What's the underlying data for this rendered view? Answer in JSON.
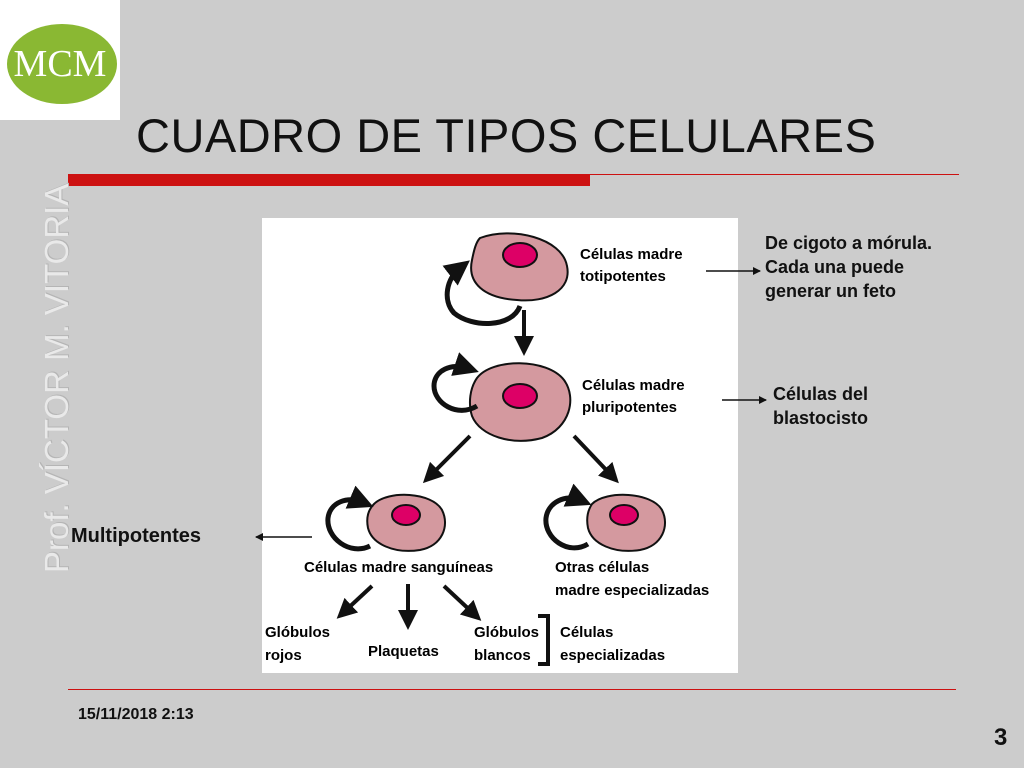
{
  "logo": {
    "text": "MCM",
    "bg_color": "#8ab833",
    "text_color": "#ffffff"
  },
  "title": "CUADRO DE TIPOS CELULARES",
  "side_text": "Prof. VÍCTOR M. VITORIA",
  "diagram": {
    "totipotent_label": [
      "Células madre",
      "totipotentes"
    ],
    "pluripotent_label": [
      "Células madre",
      "pluripotentes"
    ],
    "blood_label": "Células madre sanguíneas",
    "other_label": [
      "Otras células",
      "madre especializadas"
    ],
    "red_cells": [
      "Glóbulos",
      "rojos"
    ],
    "platelets": "Plaquetas",
    "white_cells": [
      "Glóbulos",
      "blancos"
    ],
    "specialized": [
      "Células",
      "especializadas"
    ],
    "cell_color": "#d4999f",
    "nucleus_color": "#dd0066"
  },
  "notes": {
    "totipotent": [
      "De cigoto a mórula.",
      "Cada una puede",
      "generar un feto"
    ],
    "pluripotent": [
      "Células del",
      "blastocisto"
    ],
    "multipotent": "Multipotentes"
  },
  "date": "15/11/2018 2:13",
  "page_number": "3",
  "accent_color": "#cc1111"
}
